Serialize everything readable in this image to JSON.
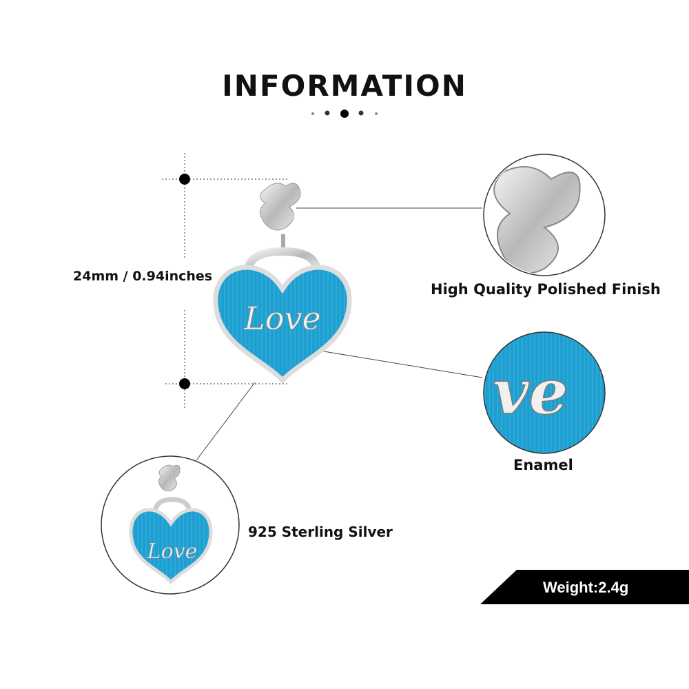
{
  "title": "INFORMATION",
  "dimension": "24mm / 0.94inches",
  "features": {
    "polished": "High Quality Polished Finish",
    "enamel": "Enamel",
    "material": "925 Sterling Silver"
  },
  "weight": "Weight:2.4g",
  "pendant_text": "Love",
  "colors": {
    "enamel": "#1e9fd0",
    "silver": "#d8d8d8",
    "banner": "#000000"
  }
}
